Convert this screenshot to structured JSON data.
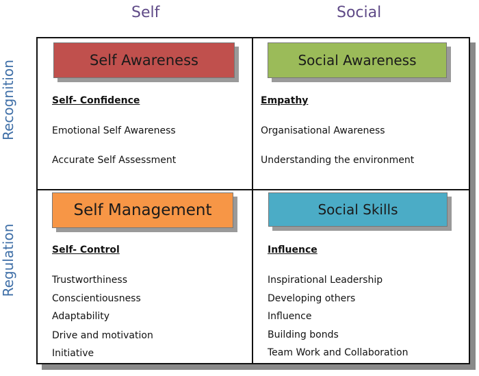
{
  "columns": {
    "self": "Self",
    "social": "Social"
  },
  "rows": {
    "recognition": "Recognition",
    "regulation": "Regulation"
  },
  "quadrants": {
    "self_awareness": {
      "title": "Self Awareness",
      "color": "#c0504d",
      "heading": "Self- Confidence",
      "items": [
        "Emotional Self Awareness",
        "Accurate Self Assessment"
      ]
    },
    "social_awareness": {
      "title": "Social Awareness",
      "color": "#9bbb59",
      "heading": "Empathy",
      "items": [
        "Organisational Awareness",
        "Understanding the environment"
      ]
    },
    "self_management": {
      "title": "Self Management",
      "color": "#f79646",
      "heading": "Self- Control",
      "items": [
        "Trustworthiness",
        "Conscientiousness",
        "Adaptability",
        "Drive and motivation",
        "Initiative"
      ]
    },
    "social_skills": {
      "title": "Social Skills",
      "color": "#4bacc6",
      "heading": "Influence",
      "items": [
        "Inspirational Leadership",
        "Developing others",
        "Influence",
        "Building bonds",
        "Team Work and Collaboration"
      ]
    }
  }
}
